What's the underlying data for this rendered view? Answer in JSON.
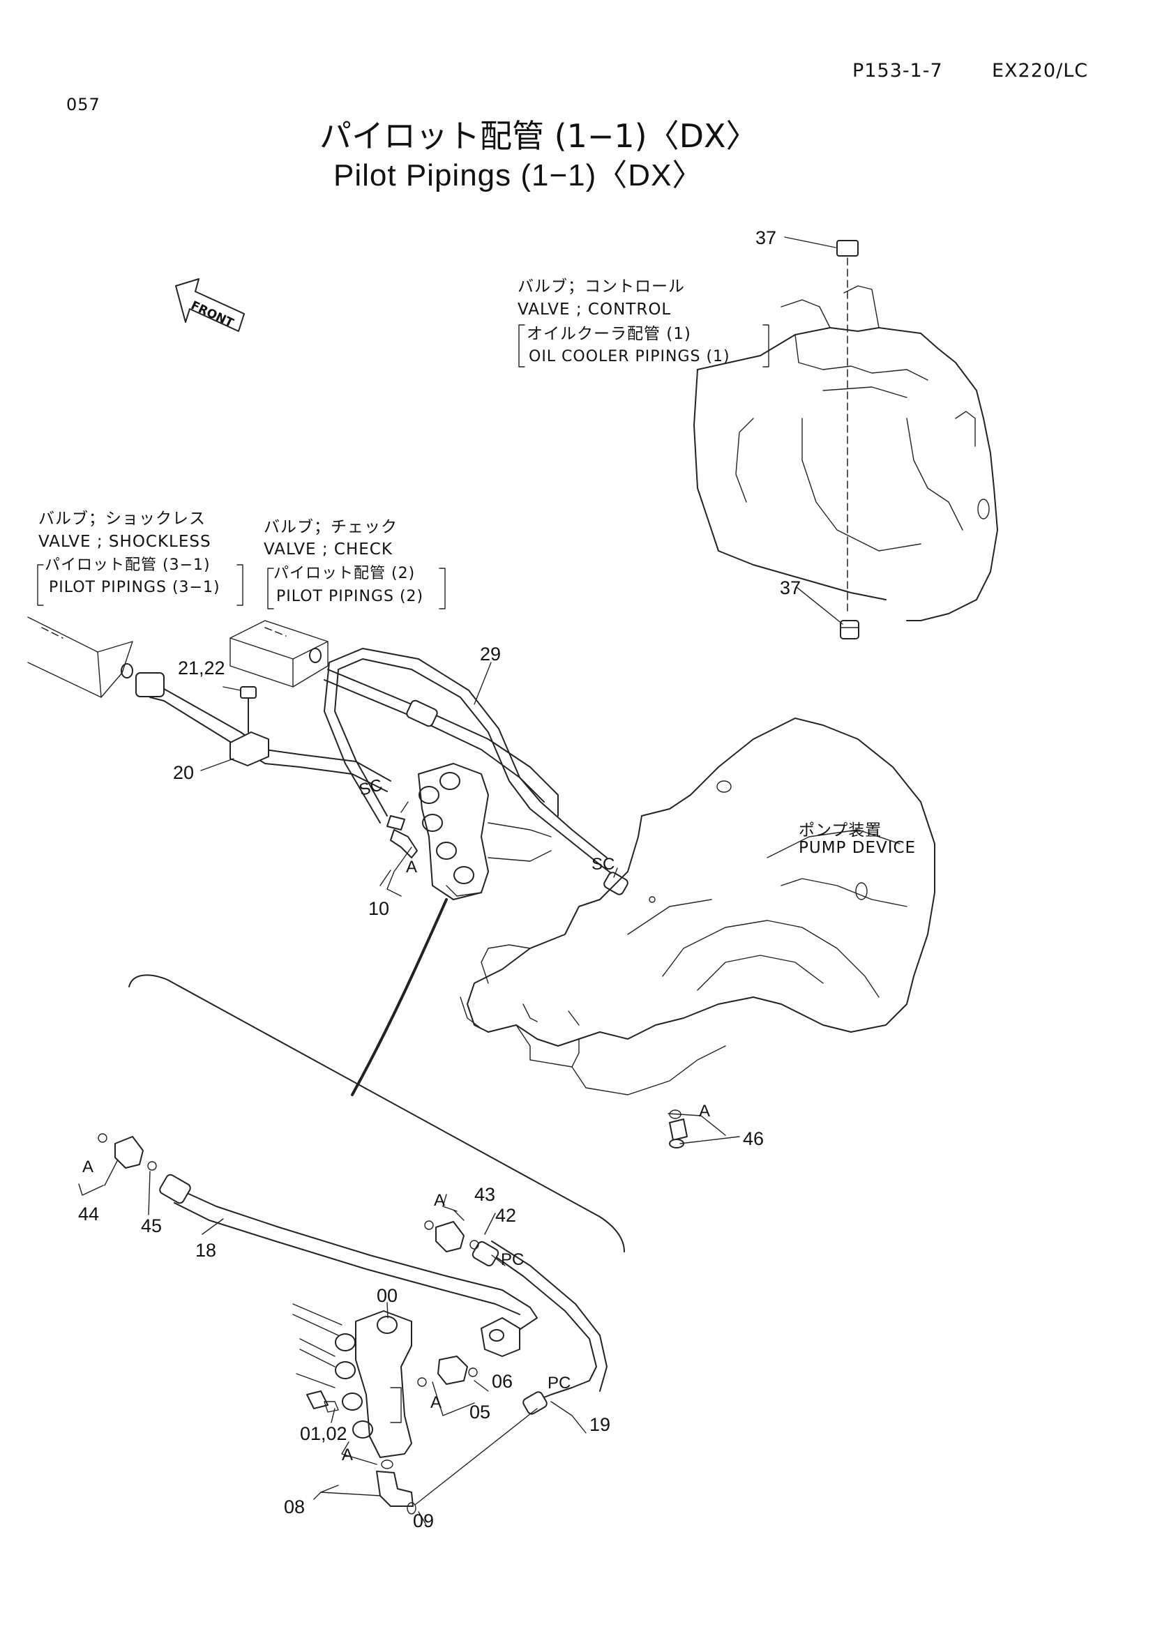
{
  "header": {
    "page_code": "P153-1-7",
    "model": "EX220/LC",
    "page_number": "057"
  },
  "title": {
    "japanese": "パイロット配管 (1−1)〈DX〉",
    "english": "Pilot Pipings (1−1)〈DX〉"
  },
  "front_arrow_label": "FRONT",
  "references": {
    "control_valve": {
      "ja": "バルブ；コントロール",
      "en": "VALVE ; CONTROL",
      "ref_ja": "オイルクーラ配管 (1)",
      "ref_en": "OIL  COOLER  PIPINGS (1)"
    },
    "shockless_valve": {
      "ja": "バルブ；ショックレス",
      "en": "VALVE ; SHOCKLESS",
      "ref_ja": "パイロット配管 (3−1)",
      "ref_en": "PILOT  PIPINGS (3−1)"
    },
    "check_valve": {
      "ja": "バルブ；チェック",
      "en": "VALVE ; CHECK",
      "ref_ja": "パイロット配管 (2)",
      "ref_en": "PILOT  PIPINGS (2)"
    },
    "pump_device": {
      "ja": "ポンプ装置",
      "en": "PUMP  DEVICE"
    }
  },
  "callouts": {
    "c37_top": "37",
    "c37_bottom": "37",
    "c29": "29",
    "c21_22": "21,22",
    "c20": "20",
    "c10": "10",
    "sc_left": "SC",
    "sc_right": "SC",
    "a_valve": "A",
    "a_pump": "A",
    "c46": "46",
    "a_44": "A",
    "c44": "44",
    "c45": "45",
    "c18": "18",
    "a_43": "A",
    "c43": "43",
    "c42": "42",
    "pc_top": "PC",
    "c00": "00",
    "c06": "06",
    "a_05": "A",
    "c05": "05",
    "pc_bottom": "PC",
    "c19": "19",
    "c01_02": "01,02",
    "a_08": "A",
    "c08": "08",
    "c09": "09"
  }
}
